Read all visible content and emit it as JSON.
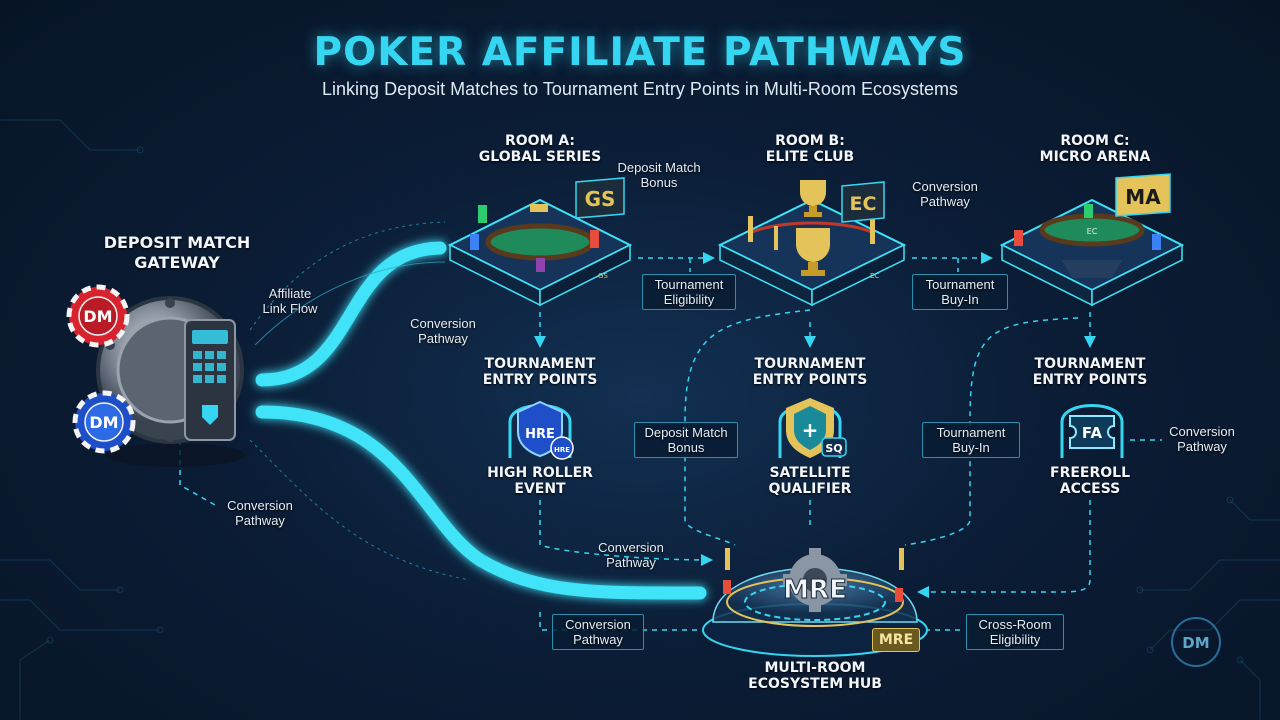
{
  "title": "POKER AFFILIATE PATHWAYS",
  "subtitle": "Linking Deposit Matches to Tournament Entry Points in Multi-Room Ecosystems",
  "gateway": {
    "title": "DEPOSIT MATCH\nGATEWAY",
    "chip_text": "DM",
    "affiliate_label": "Affiliate\nLink Flow",
    "conversion_label": "Conversion\nPathway"
  },
  "rooms": [
    {
      "title": "ROOM A:\nGLOBAL SERIES",
      "badge": "GS",
      "table_tag": "GS"
    },
    {
      "title": "ROOM B:\nELITE CLUB",
      "badge": "EC",
      "table_tag": "EC"
    },
    {
      "title": "ROOM C:\nMICRO ARENA",
      "badge": "MA",
      "table_tag": "EC"
    }
  ],
  "room_annotations": {
    "deposit_match_bonus": "Deposit Match\nBonus",
    "conversion_pathway_b": "Conversion\nPathway",
    "conversion_pathway_left": "Conversion\nPathway"
  },
  "links": {
    "ab": "Tournament\nEligibility",
    "bc": "Tournament\nBuy-In"
  },
  "entry_points": [
    {
      "title": "TOURNAMENT\nENTRY POINTS",
      "event": "HIGH ROLLER\nEVENT",
      "icon_text": "HRE",
      "badge_text": "HRE"
    },
    {
      "title": "TOURNAMENT\nENTRY POINTS",
      "event": "SATELLITE\nQUALIFIER",
      "icon_text": "+",
      "badge_text": "SQ"
    },
    {
      "title": "TOURNAMENT\nENTRY POINTS",
      "event": "FREEROLL\nACCESS",
      "icon_text": "FA",
      "badge_text": ""
    }
  ],
  "mid_labels": {
    "deposit_match_bonus": "Deposit Match\nBonus",
    "tournament_buy_in": "Tournament\nBuy-In",
    "conversion_pathway_right": "Conversion\nPathway",
    "conversion_pathway_center": "Conversion\nPathway",
    "conversion_pathway_bottom": "Conversion\nPathway",
    "cross_room": "Cross-Room\nEligibility"
  },
  "hub": {
    "title": "MULTI-ROOM\nECOSYSTEM HUB",
    "core_text": "MRE",
    "tag_text": "MRE"
  },
  "corner_logo": "DM",
  "colors": {
    "accent": "#35d6f2",
    "background": "#0b1d36",
    "chip_red": "#d8232f",
    "chip_blue": "#1e4fc9",
    "gold": "#e3c35a",
    "table_green": "#1f8a5a"
  }
}
